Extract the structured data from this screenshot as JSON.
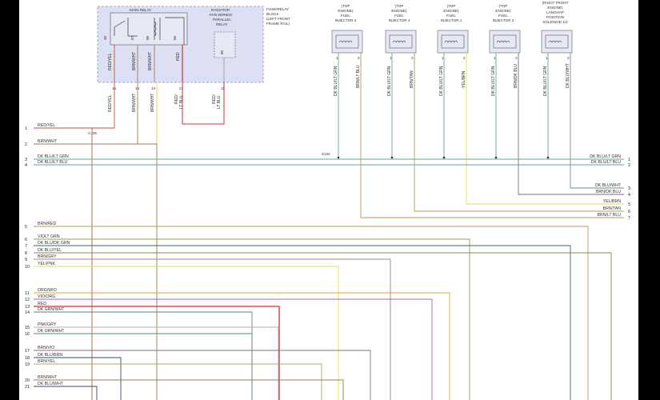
{
  "relay_block": {
    "title_lines": [
      "FUSE/RELAY",
      "BLOCK",
      "(LEFT FRONT",
      "FRAME RAIL)"
    ],
    "main_relay": {
      "label": "MAIN RELAY",
      "terminals": [
        "30",
        "87",
        "86",
        "85"
      ],
      "wires": [
        "RED/YEL",
        "BRN/WHT",
        "BRN/WHT",
        "RED"
      ],
      "pins": [
        "15",
        "13"
      ]
    },
    "fan_relay": {
      "label_lines": [
        "RADIATOR",
        "FAN SERIES/",
        "PARALLEL",
        "RELAY"
      ],
      "terminal": "85"
    }
  },
  "lower_vertical_labels": [
    "RED/YEL",
    "BRN/WHT",
    "RED/",
    "LT BLU",
    "RED/",
    "LT BLU",
    "BRN/WHT"
  ],
  "lower_pins": [
    "15",
    "14",
    "13",
    "21",
    "11"
  ],
  "splice": "C105",
  "splice2": "S102",
  "injectors": [
    {
      "label_lines": [
        "(TOP",
        "ENGINE)",
        "FUEL",
        "INJECTOR 3"
      ],
      "wires": [
        "DK BLU/LT GRN",
        "BRN/LT BLU"
      ]
    },
    {
      "label_lines": [
        "(TOP",
        "ENGINE)",
        "FUEL",
        "INJECTOR 4"
      ],
      "wires": [
        "DK BLU/LT GRN",
        "BRN/TAN"
      ]
    },
    {
      "label_lines": [
        "(TOP",
        "ENGINE)",
        "FUEL",
        "INJECTOR 1"
      ],
      "wires": [
        "DK BLU/LT GRN",
        "YEL/BRN"
      ]
    },
    {
      "label_lines": [
        "(TOP",
        "ENGINE)",
        "FUEL",
        "INJECTOR 2"
      ],
      "wires": [
        "DK BLU/LT GRN",
        "BRN/DK BLU"
      ]
    },
    {
      "label_lines": [
        "(RIGHT FRONT",
        "ENGINE)",
        "LANGHAP",
        "POSITION",
        "SOLENOID 1/2"
      ],
      "wires": [
        "DK BLU/LT GRN",
        "DK BLU/WHT"
      ]
    }
  ],
  "left_wires": [
    {
      "pin": "1",
      "label": "RED/YEL"
    },
    {
      "pin": "2",
      "label": "BRN/WHT"
    },
    {
      "pin": "3",
      "label": "DK BLU/LT GRN"
    },
    {
      "pin": "4",
      "label": "DK BLU/LT BLU"
    },
    {
      "pin": "5",
      "label": "BRN/RED"
    },
    {
      "pin": "6",
      "label": "VIOLT GRN"
    },
    {
      "pin": "7",
      "label": "DK BLU/DK GRN"
    },
    {
      "pin": "8",
      "label": "DK BLU/YEL"
    },
    {
      "pin": "9",
      "label": "BRN/GRY"
    },
    {
      "pin": "10",
      "label": "YEL/PNK"
    },
    {
      "pin": "11",
      "label": "ORG/WIO"
    },
    {
      "pin": "12",
      "label": "VIO/ORG"
    },
    {
      "pin": "13",
      "label": "RED"
    },
    {
      "pin": "14",
      "label": "DK GRN/WHT"
    },
    {
      "pin": "15",
      "label": "PNK/GRY"
    },
    {
      "pin": "16",
      "label": "DK GRN/WHT"
    },
    {
      "pin": "17",
      "label": "BRN/VIO"
    },
    {
      "pin": "18",
      "label": "DK BLU/BRN"
    },
    {
      "pin": "19",
      "label": "BRN/YEL"
    },
    {
      "pin": "20",
      "label": "BRN/WHT"
    },
    {
      "pin": "21",
      "label": "DK BLU/WHT"
    }
  ],
  "right_wires": [
    {
      "pin": "1",
      "label": "DK BLU/LT GRN"
    },
    {
      "pin": "2",
      "label": "DK BLU/LT BLU"
    },
    {
      "pin": "3",
      "label": "DK BLU/WHT"
    },
    {
      "pin": "4",
      "label": "BRN/DK BLU"
    },
    {
      "pin": "5",
      "label": "YEL/BRN"
    },
    {
      "pin": "6",
      "label": "BRN/TAN"
    },
    {
      "pin": "7",
      "label": "BRN/LT BLU"
    }
  ],
  "colors": {
    "relay_box_fill": "#dde0f3",
    "relay_box_border": "#8a8fb5",
    "red": "#d0303a",
    "yellow": "#e8d94a",
    "green": "#6fa58a",
    "dark_blue": "#334a6a",
    "brown": "#9b7b5b",
    "violet": "#b061c2",
    "orange": "#e5a23a",
    "gray": "#999999"
  }
}
